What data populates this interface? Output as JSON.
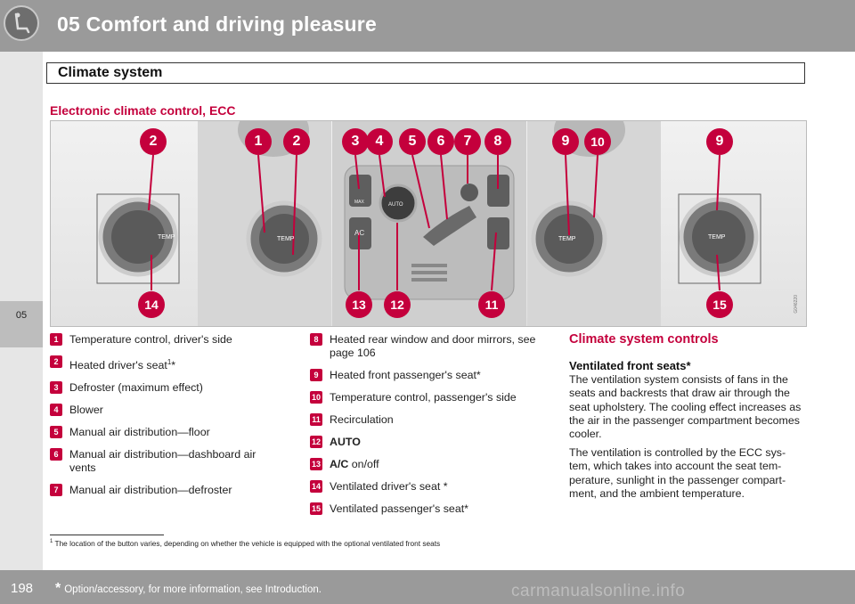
{
  "header": {
    "title": "05 Comfort and driving pleasure",
    "icon": "seat-icon"
  },
  "chapter": "05",
  "section": {
    "title": "Climate system"
  },
  "subheading": "Electronic climate control, ECC",
  "figure": {
    "code": "G046220",
    "panel_labels": {
      "max": "MAX",
      "auto": "AUTO",
      "ac": "AC",
      "temp": "TEMP"
    },
    "callouts": [
      "2",
      "1",
      "2",
      "3",
      "4",
      "5",
      "6",
      "7",
      "8",
      "9",
      "10",
      "9",
      "14",
      "13",
      "12",
      "11",
      "15"
    ]
  },
  "list_left": [
    {
      "num": "1",
      "text": "Temperature control, driver's side"
    },
    {
      "num": "2",
      "text": "Heated driver's seat",
      "sup": "1",
      "suffix": "*"
    },
    {
      "num": "3",
      "text": "Defroster (maximum effect)"
    },
    {
      "num": "4",
      "text": "Blower"
    },
    {
      "num": "5",
      "text": "Manual air distribution—floor"
    },
    {
      "num": "6",
      "text": "Manual air distribution—dashboard air vents"
    },
    {
      "num": "7",
      "text": "Manual air distribution—defroster"
    }
  ],
  "list_right": [
    {
      "num": "8",
      "text": "Heated rear window and door mirrors, see page 106"
    },
    {
      "num": "9",
      "text": "Heated front passenger's seat*"
    },
    {
      "num": "10",
      "text": "Temperature control, passenger's side"
    },
    {
      "num": "11",
      "text": "Recirculation"
    },
    {
      "num": "12",
      "bold": "AUTO",
      "text": ""
    },
    {
      "num": "13",
      "bold": "A/C",
      "text": " on/off"
    },
    {
      "num": "14",
      "text": "Ventilated driver's seat *"
    },
    {
      "num": "15",
      "text": "Ventilated passenger's seat*"
    }
  ],
  "controls": {
    "heading": "Climate system controls",
    "vent_heading": "Ventilated front seats*",
    "para1": "The ventilation system consists of fans in the seats and backrests that draw air through the seat upholstery. The cooling effect increases as the air in the passenger compartment becomes cooler.",
    "para2": "The ventilation is controlled by the ECC sys- tem, which takes into account the seat tem- perature, sunlight in the passenger compart- ment, and the ambient temperature."
  },
  "footnote": {
    "mark": "1",
    "text": "The location of the button varies, depending on whether the vehicle is equipped with the optional ventilated front seats"
  },
  "footer": {
    "page": "198",
    "star": "*",
    "note": "Option/accessory, for more information, see Introduction.",
    "watermark": "carmanualsonline.info"
  },
  "colors": {
    "accent": "#c4003c",
    "header_bg": "#9a9a9a"
  }
}
